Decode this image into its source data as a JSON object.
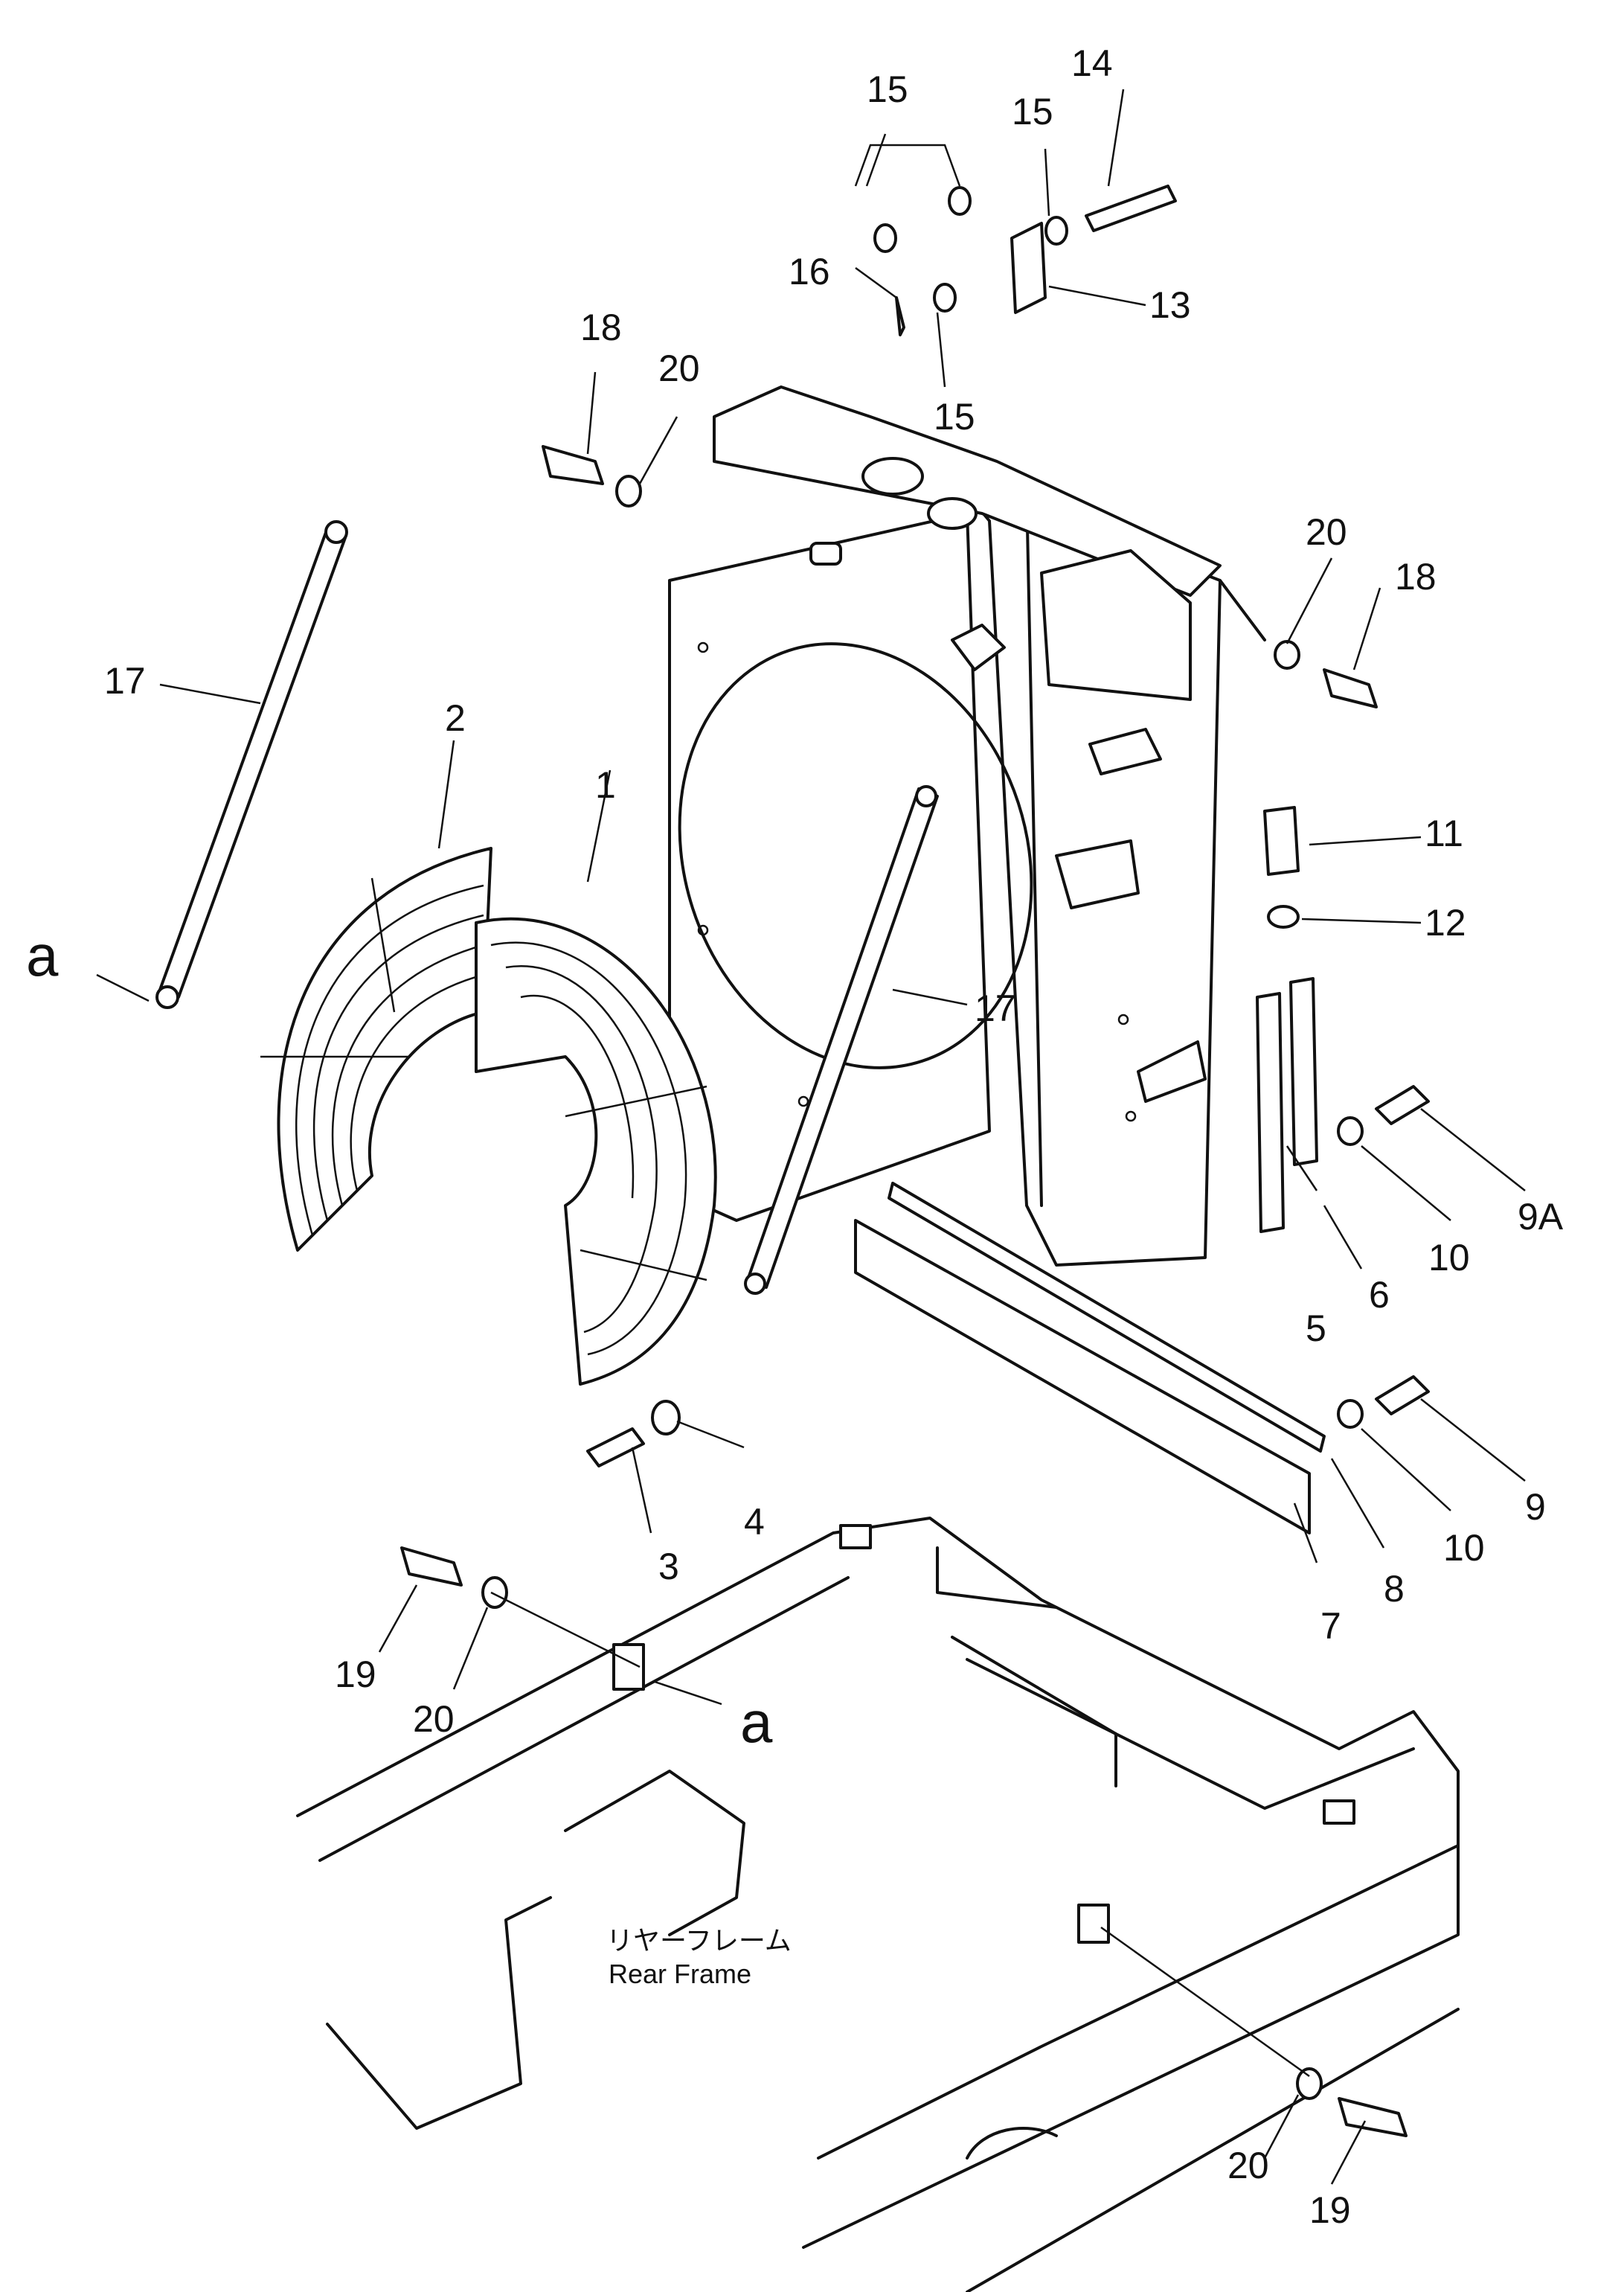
{
  "diagram": {
    "callouts": {
      "p1": "1",
      "p2": "2",
      "p3": "3",
      "p4": "4",
      "p5": "5",
      "p6": "6",
      "p7": "7",
      "p8": "8",
      "p9": "9",
      "p9a": "9A",
      "p10a": "10",
      "p10b": "10",
      "p11": "11",
      "p12": "12",
      "p13": "13",
      "p14": "14",
      "p15a": "15",
      "p15b": "15",
      "p15c": "15",
      "p16": "16",
      "p17a": "17",
      "p17b": "17",
      "p18a": "18",
      "p18b": "18",
      "p19a": "19",
      "p19b": "19",
      "p20a": "20",
      "p20b": "20",
      "p20c": "20",
      "p20d": "20"
    },
    "view_marker": {
      "left": "a",
      "right": "a"
    },
    "frame_caption_jp": "リヤーフレーム",
    "frame_caption_en": "Rear Frame"
  },
  "colors": {
    "ink": "#111111",
    "paper": "#ffffff"
  }
}
